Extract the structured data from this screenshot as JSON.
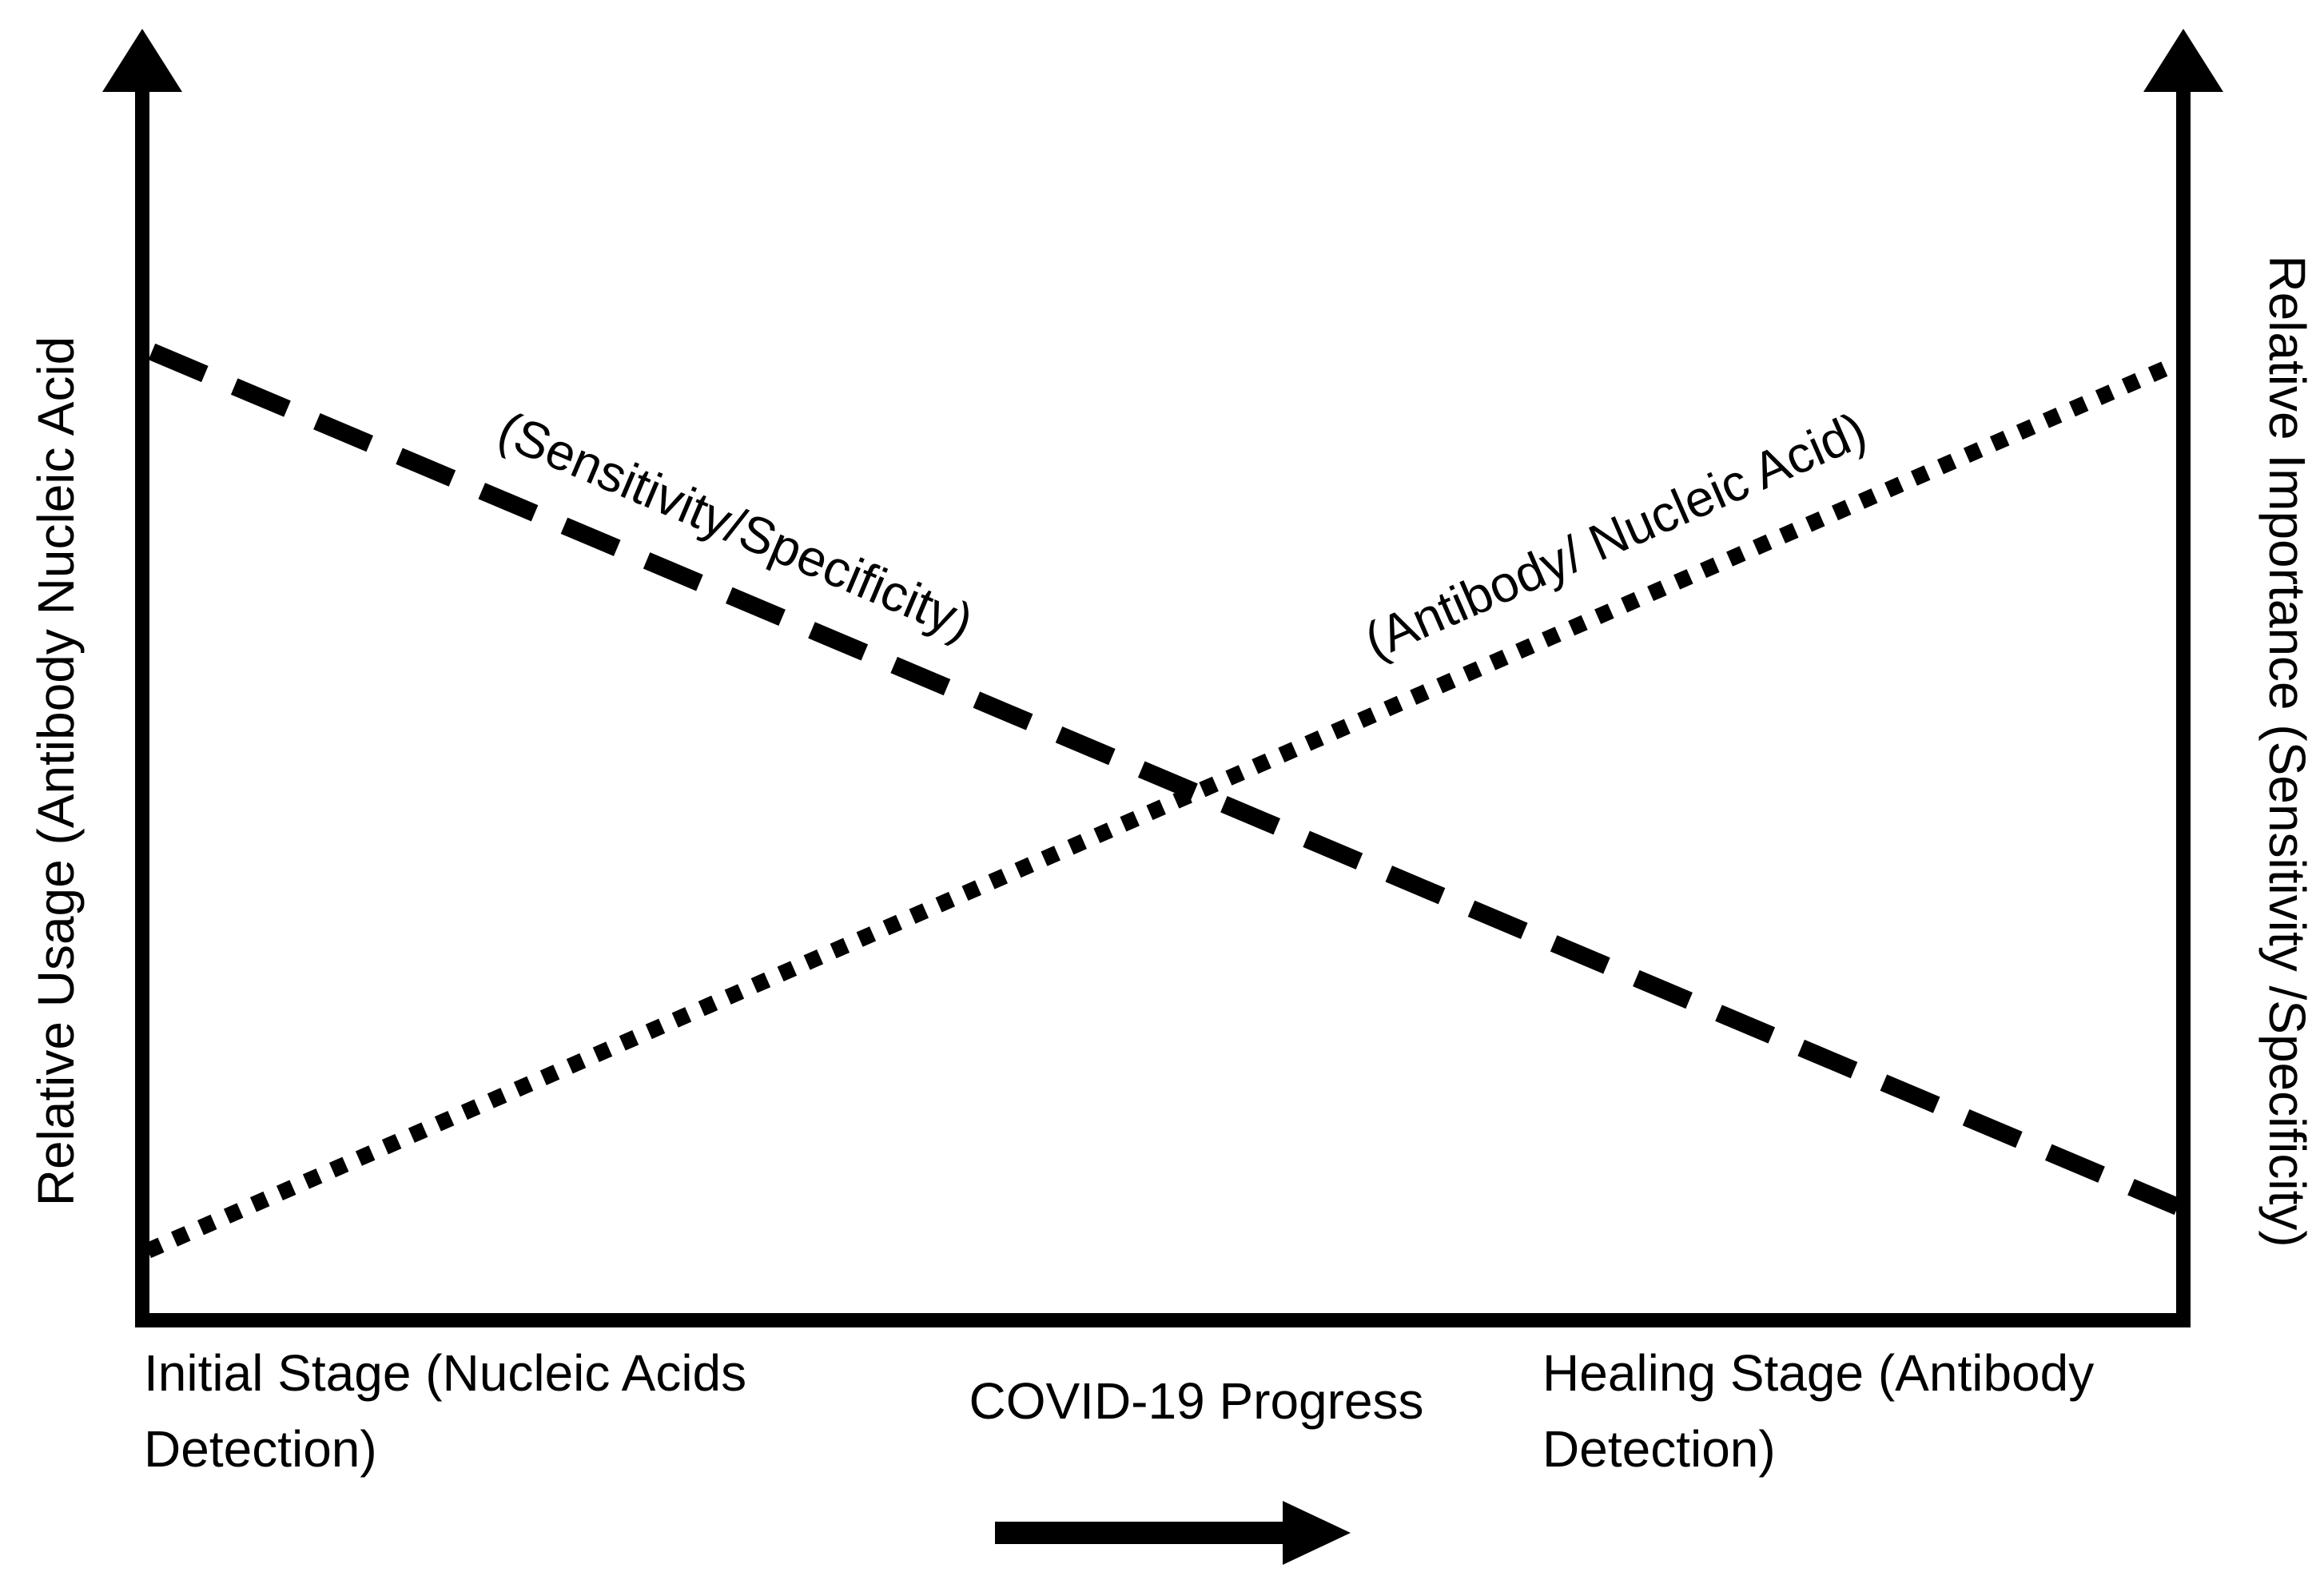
{
  "diagram": {
    "left_axis_label": "Relative Usage (Antibody Nucleic Acid",
    "right_axis_label": "Relative Importance (Sensitivity /Specificity)",
    "x_axis_title": "COVID-19 Progress",
    "x_start_label": {
      "line1": "Initial Stage (Nucleic Acids",
      "line2": "Detection)"
    },
    "x_end_label": {
      "line1": "Healing Stage (Antibody",
      "line2": "Detection)"
    },
    "dashed_line_label": "(Sensitivity/Specificity)",
    "dotted_line_label": "(Antibody/ Nucleic Acid)",
    "colors": {
      "ink": "#000000",
      "background": "#ffffff"
    }
  }
}
